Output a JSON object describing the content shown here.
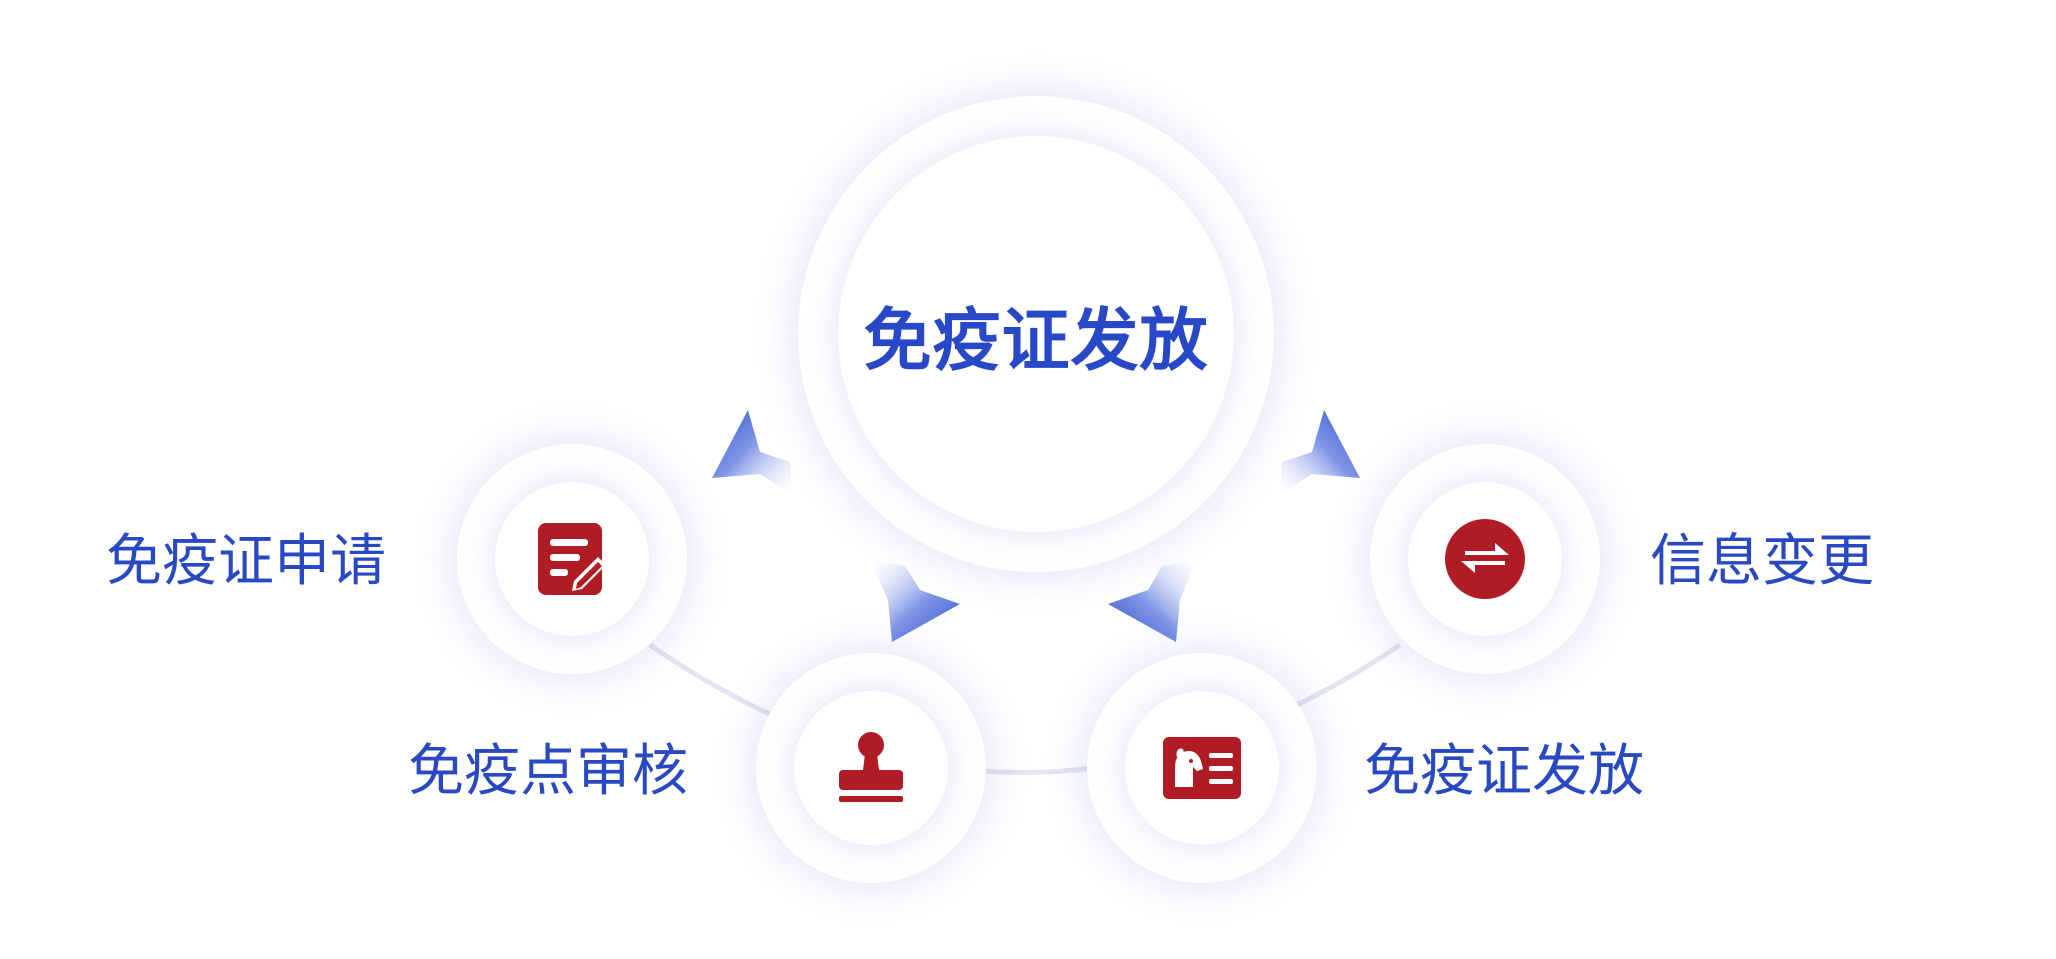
{
  "center": {
    "title": "免疫证发放"
  },
  "steps": [
    {
      "label": "免疫证申请",
      "icon": "edit-document-icon"
    },
    {
      "label": "免疫点审核",
      "icon": "stamp-icon"
    },
    {
      "label": "免疫证发放",
      "icon": "pet-id-card-icon"
    },
    {
      "label": "信息变更",
      "icon": "exchange-arrows-icon"
    }
  ],
  "colors": {
    "accent": "#2849c2",
    "icon": "#b01c24",
    "connector": "#e2e5f0",
    "arrow": "#3f5fd2"
  }
}
